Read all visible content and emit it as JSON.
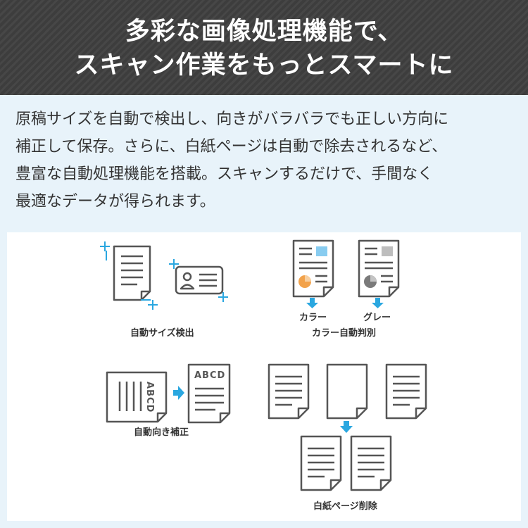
{
  "header": {
    "line1": "多彩な画像処理機能で、",
    "line2": "スキャン作業をもっとスマートに"
  },
  "description": [
    "原稿サイズを自動で検出し、向きがバラバラでも正しい方向に",
    "補正して保存。さらに、白紙ページは自動で除去されるなど、",
    "豊富な自動処理機能を搭載。スキャンするだけで、手間なく",
    "最適なデータが得られます。"
  ],
  "features": {
    "size_detect": {
      "caption": "自動サイズ検出"
    },
    "color_detect": {
      "caption": "カラー自動判別",
      "color_label": "カラー",
      "gray_label": "グレー"
    },
    "orientation": {
      "caption": "自動向き補正",
      "rotated_text": "ABCD",
      "upright_text": "ABCD"
    },
    "blank_removal": {
      "caption": "白紙ページ削除"
    }
  },
  "colors": {
    "header_bg": "#3d3d3d",
    "page_bg": "#e8f3fa",
    "accent": "#2aa7e0",
    "icon_stroke": "#555555"
  },
  "icons": [
    "document-icon",
    "id-card-icon",
    "crop-corner-icon",
    "arrow-down-icon",
    "arrow-right-icon",
    "pie-chart-icon"
  ]
}
